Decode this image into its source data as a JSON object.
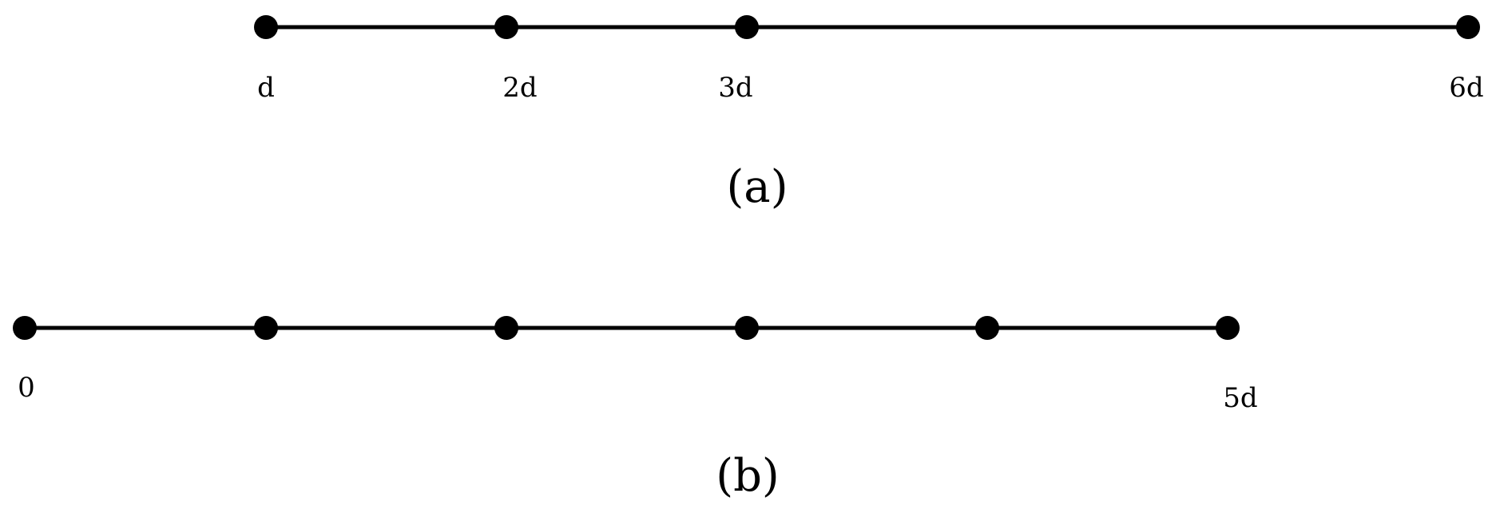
{
  "diagram": {
    "colors": {
      "line": "#000000",
      "dot": "#000000",
      "background": "#ffffff"
    },
    "panel_a": {
      "caption": "(a)",
      "points": [
        {
          "label": "d",
          "value": 1
        },
        {
          "label": "2d",
          "value": 2
        },
        {
          "label": "3d",
          "value": 3
        },
        {
          "label": "6d",
          "value": 6
        }
      ]
    },
    "panel_b": {
      "caption": "(b)",
      "points": [
        {
          "label": "0",
          "value": 0
        },
        {
          "label": "",
          "value": 1
        },
        {
          "label": "",
          "value": 2
        },
        {
          "label": "",
          "value": 3
        },
        {
          "label": "",
          "value": 4
        },
        {
          "label": "5d",
          "value": 5
        }
      ]
    }
  }
}
